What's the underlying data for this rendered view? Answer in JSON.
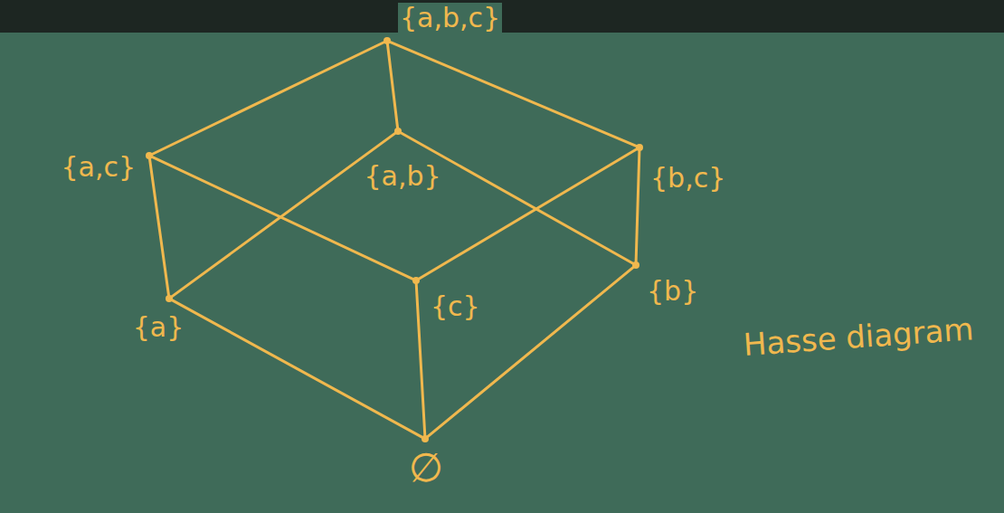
{
  "diagram": {
    "nodes": [
      {
        "text": [
          "{a,b,c}"
        ]
      },
      {
        "text": [
          "{a,c}"
        ]
      },
      {
        "text": [
          "{a,b}"
        ]
      },
      {
        "text": [
          "{b,c}"
        ]
      },
      {
        "text": [
          "{a}"
        ]
      },
      {
        "text": [
          "{c}"
        ]
      },
      {
        "text": [
          "{b}"
        ]
      },
      {
        "text": [
          "∅"
        ]
      }
    ],
    "edges": [
      {
        "from": 0,
        "to": 1,
        "arrow": "none"
      },
      {
        "from": 0,
        "to": 2,
        "arrow": "none"
      },
      {
        "from": 0,
        "to": 3,
        "arrow": "none"
      },
      {
        "from": 1,
        "to": 4,
        "arrow": "none"
      },
      {
        "from": 1,
        "to": 5,
        "arrow": "none"
      },
      {
        "from": 2,
        "to": 4,
        "arrow": "none"
      },
      {
        "from": 2,
        "to": 6,
        "arrow": "none"
      },
      {
        "from": 3,
        "to": 5,
        "arrow": "none"
      },
      {
        "from": 3,
        "to": 6,
        "arrow": "none"
      },
      {
        "from": 4,
        "to": 7,
        "arrow": "none"
      },
      {
        "from": 5,
        "to": 7,
        "arrow": "none"
      },
      {
        "from": 6,
        "to": 7,
        "arrow": "none"
      }
    ],
    "labels": [
      "Hasse diagram"
    ]
  }
}
